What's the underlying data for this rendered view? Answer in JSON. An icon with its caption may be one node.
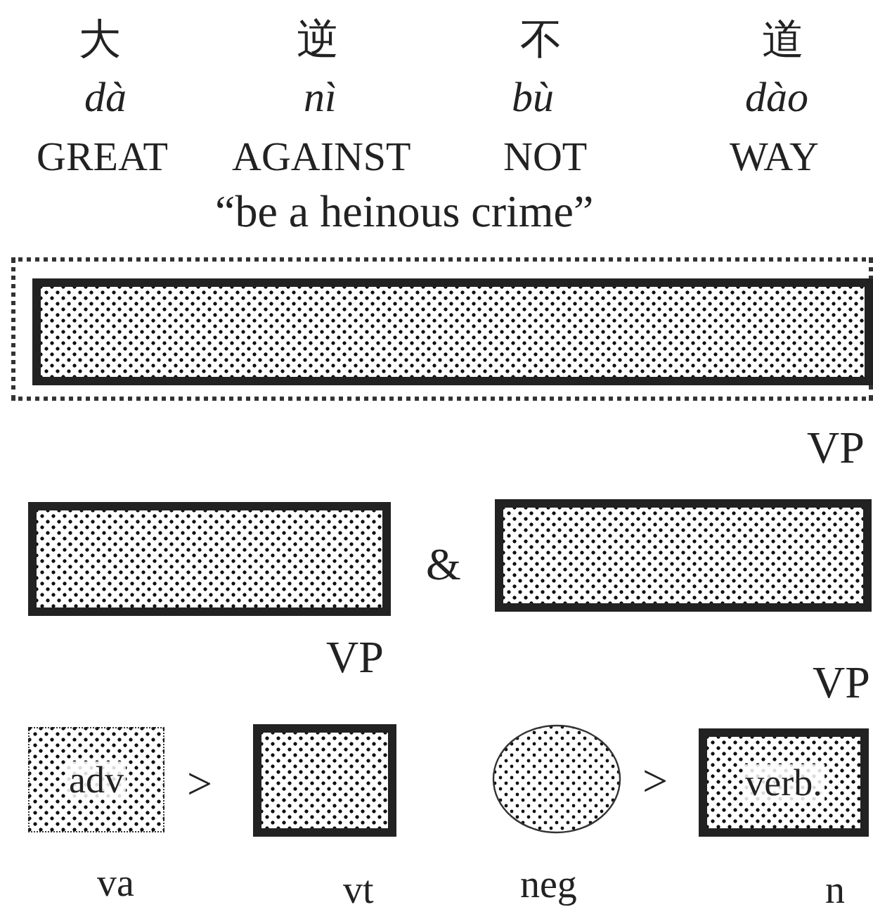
{
  "diagram": {
    "nodes": [
      {
        "text": [],
        "shape": "box"
      },
      {
        "text": [],
        "shape": "box",
        "in": 0
      },
      {
        "text": [],
        "shape": "box"
      },
      {
        "text": [],
        "shape": "box"
      },
      {
        "text": [
          "adv"
        ],
        "beside": [
          "va"
        ]
      },
      {
        "text": [],
        "shape": "box",
        "beside": [
          "vt"
        ]
      },
      {
        "text": [],
        "shape": "circle",
        "beside": [
          "neg"
        ]
      },
      {
        "text": [
          "verb."
        ],
        "beside": [
          "n"
        ]
      }
    ],
    "edges": [],
    "labels": [
      "大",
      "逆",
      "不",
      "道",
      "dà",
      "nì",
      "bù",
      "dào",
      "GREAT",
      "AGAINST",
      "NOT",
      "WAY",
      "“be a heinous crime”",
      "VP",
      "&",
      "VP",
      "VP",
      ">",
      ">"
    ]
  }
}
